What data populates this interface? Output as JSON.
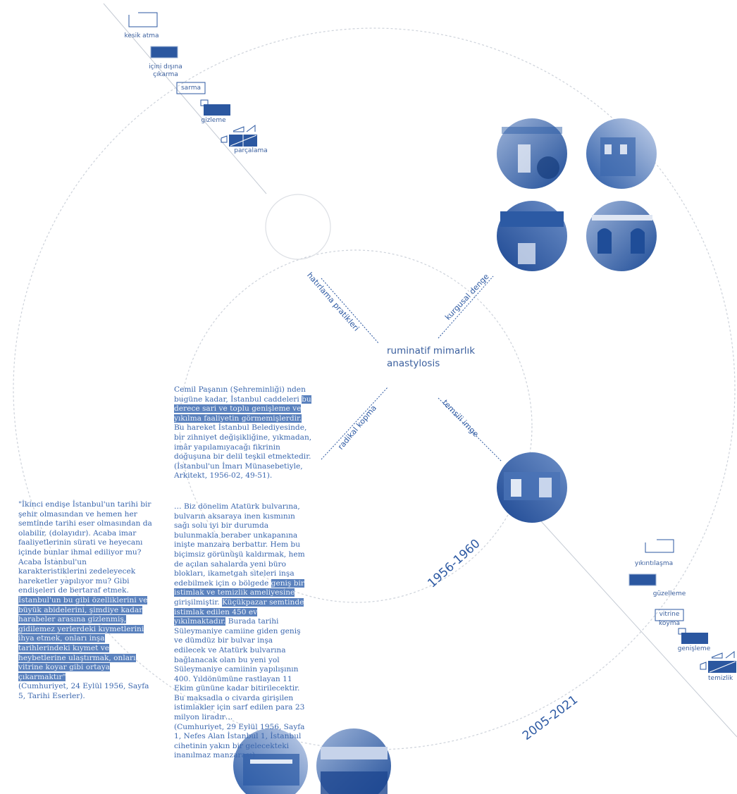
{
  "center": {
    "line1": "ruminatif mimarlık",
    "line2": "anastylosis"
  },
  "axes": [
    "hatırlama pratikleri",
    "kurgusal denge",
    "radikal kopma",
    "temsili imge"
  ],
  "years": [
    "1956-1960",
    "2005-2021"
  ],
  "tools_top": [
    "kesik atma",
    "içini dışına",
    "çıkarma",
    "sarma",
    "gizleme",
    "parçalama"
  ],
  "tools_bottom": [
    "yıkıntılaşma",
    "güzelleme",
    "vitrine",
    "koyma",
    "genişleme",
    "temizlik"
  ],
  "quote1": {
    "a": "Cemil Paşanın (Şehreminliği) nden bugüne kadar, İstanbul caddeleri",
    "hl": "bu derece sari ve toplu genişleme ve yıkılma faaliyetin görmemişlerdir.",
    "b": "Bu hareket İstanbul Belediyesinde, bir zihniyet değişikliğine, yıkmadan, imâr yapılamıyacağı fikrinin doğuşuna bir delil teşkil etmektedir.",
    "src": "(İstanbul'un İmarı Münasebetiyle, Arkitekt, 1956-02, 49-51)."
  },
  "quote2": {
    "a": "… Biz dönelim Atatürk bulvarına, bulvarın aksaraya inen kısmının sağı solu iyi bir durumda bulunmakla beraber unkapanına inişte manzara berbattır. Hem bu biçimsiz görünüşü kaldırmak, hem de açılan sahalarda yeni büro blokları, ikametgah siteleri inşa edebilmek için o bölgede",
    "hl": "geniş bir istimlak ve temizlik ameliyesine",
    "b": "girişilmiştir.",
    "hl2": "Küçükpazar semtinde istimlak edilen 450 ev yıkılmaktadır.",
    "c": "Burada tarihi Süleymaniye camiine giden geniş ve dümdüz bir bulvar inşa edilecek ve Atatürk bulvarına bağlanacak olan bu yeni yol Süleymaniye camiinin yapılışının 400. Yıldönümüne rastlayan 11 Ekim gününe kadar bitirilecektir. Bu maksadla o civarda girişilen istimlakler için sarf edilen para 23 milyon liradır…",
    "src": "(Cumhuriyet, 29 Eylül 1956, Sayfa 1, Nefes Alan İstanbul 1, İstanbul cihetinin yakın bir gelecekteki inanılmaz manzarası)"
  },
  "quote3": {
    "a": "\"İkinci endişe İstanbul'un tarihi bir şehir olmasından ve hemen her semtinde tarihi eser olmasından da olabilir. (dolayıdır). Acaba imar faaliyetlerinin sürati ve heyecanı içinde bunlar ihmal ediliyor mu? Acaba İstanbul'un karakteristiklerini zedeleyecek hareketler yapılıyor mu? Gibi endişeleri de bertaraf etmek.",
    "hl": "İstanbul'un bu gibi özelliklerini ve büyük abidelerini, şimdiye kadar harabeler arasına gizlenmiş, gidilemez yerlerdeki kıymetlerini ihya etmek, onları inşa tarihlerindeki kıymet ve heybetlerine ulaştırmak, onları vitrine koyar gibi ortaya çıkarmaktır\"",
    "src": "(Cumhuriyet, 24 Eylül 1956, Sayfa 5, Tarihi Eserler)."
  },
  "colors": {
    "accent": "#2b57a0",
    "highlight": "#5b82be",
    "dashed": "#c9cfd8"
  }
}
